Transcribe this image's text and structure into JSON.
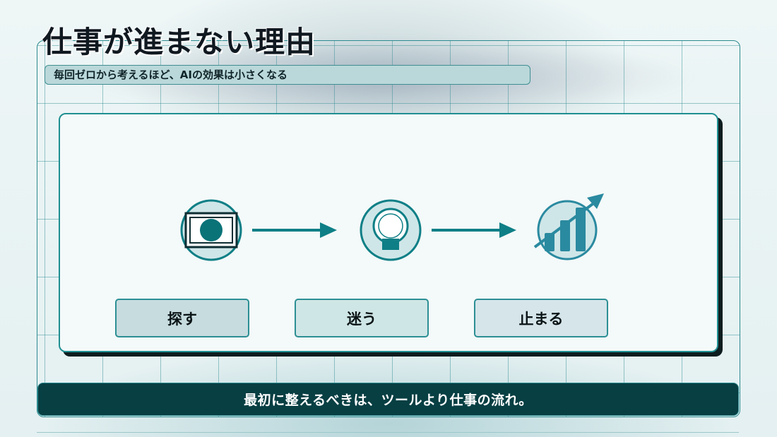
{
  "header": {
    "title": "仕事が進まない理由",
    "subtitle": "毎回ゼロから考えるほど、AIの効果は小さくなる"
  },
  "steps": [
    {
      "label": "探す",
      "icon": "window-icon",
      "fill": "#c6dcdf"
    },
    {
      "label": "迷う",
      "icon": "lightbulb-icon",
      "fill": "#cfe6e6"
    },
    {
      "label": "止まる",
      "icon": "growth-chart-icon",
      "fill": "#d5e5ea"
    }
  ],
  "footer": {
    "text": "最初に整えるべきは、ツールより仕事の流れ。"
  },
  "colors": {
    "accent": "#0e7f86",
    "dark": "#073f43",
    "chart": "#2a8aa0"
  }
}
